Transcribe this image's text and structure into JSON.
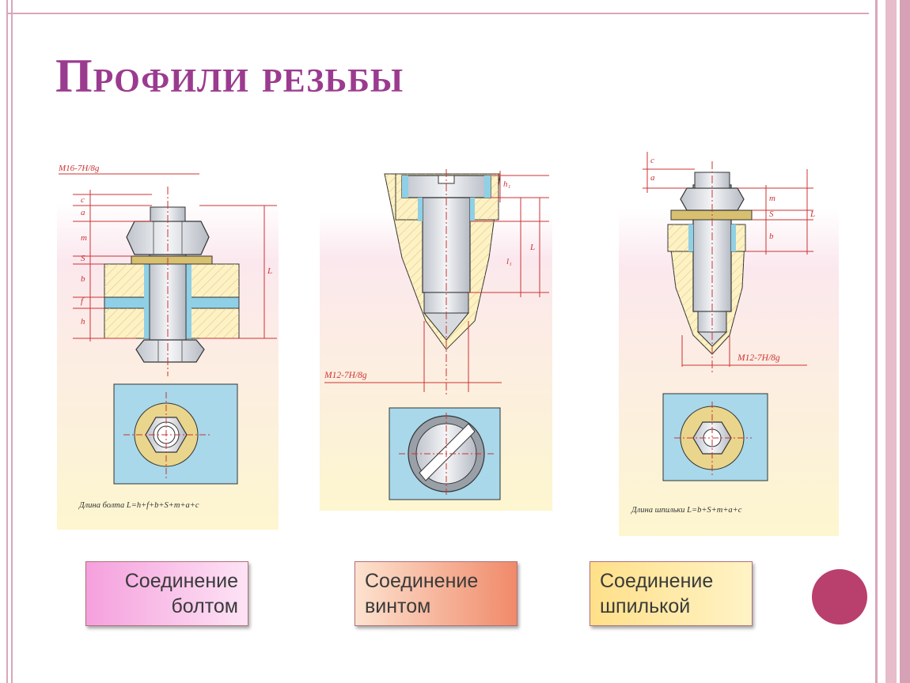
{
  "slide": {
    "title": "Профили резьбы"
  },
  "drawings": {
    "bolt": {
      "thread_label": "M16-7H/8g",
      "formula": "Длина болта  L=h+f+b+S+m+a+c",
      "dims": [
        "c",
        "a",
        "m",
        "S",
        "b",
        "f",
        "h",
        "L"
      ]
    },
    "screw": {
      "thread_label": "M12-7H/8g",
      "dims": [
        "h₁",
        "l₁",
        "L"
      ]
    },
    "stud": {
      "thread_label": "M12-7H/8g",
      "formula": "Длина шпильки  L=b+S+m+a+c",
      "dims": [
        "c",
        "a",
        "m",
        "S",
        "b",
        "L"
      ]
    }
  },
  "captions": {
    "bolt": {
      "line1": "Соединение",
      "line2": "болтом"
    },
    "screw": {
      "line1": "Соединение",
      "line2": "винтом"
    },
    "stud": {
      "line1": "Соединение",
      "line2": "шпилькой"
    }
  },
  "colors": {
    "title": "#9b3b8f",
    "frame": "#d9a6b9",
    "dot": "#b93f6c",
    "dim_line": "#d33a3a"
  }
}
